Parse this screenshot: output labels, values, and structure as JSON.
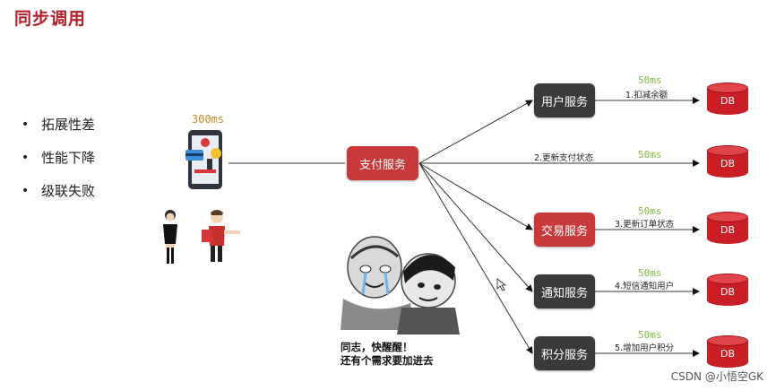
{
  "title": "同步调用",
  "bullets": [
    "拓展性差",
    "性能下降",
    "级联失败"
  ],
  "client_latency": "300ms",
  "pay_service": "支付服务",
  "services": [
    {
      "name": "用户服务",
      "step": "1.扣减余额",
      "latency": "50ms",
      "db": "DB"
    },
    {
      "name": "",
      "step": "2.更新支付状态",
      "latency": "50ms",
      "db": "DB"
    },
    {
      "name": "交易服务",
      "step": "3.更新订单状态",
      "latency": "50ms",
      "db": "DB"
    },
    {
      "name": "通知服务",
      "step": "4.短信通知用户",
      "latency": "50ms",
      "db": "DB"
    },
    {
      "name": "积分服务",
      "step": "5.增加用户积分",
      "latency": "50ms",
      "db": "DB"
    }
  ],
  "meme_caption": [
    "同志，快醒醒！",
    "还有个需求要加进去"
  ],
  "watermark": "CSDN @小悟空GK",
  "colors": {
    "title": "#b2202a",
    "service_dark": "#3a3a3a",
    "service_red": "#c9393a",
    "db": "#c81e24",
    "latency": "#7ebf3f"
  }
}
